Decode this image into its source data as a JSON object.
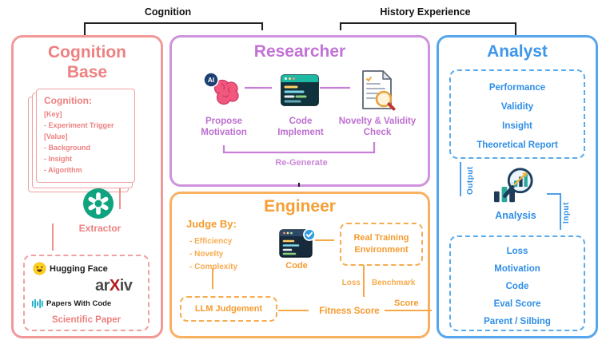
{
  "top": {
    "cognition_label": "Cognition",
    "history_label": "History Experience"
  },
  "cognition_base": {
    "title_line1": "Cognition",
    "title_line2": "Base",
    "card": {
      "heading": "Cognition:",
      "lines": [
        "[Key]",
        "- Experiment Trigger",
        "[Value]",
        "- Background",
        "- Insight",
        "- Algorithm"
      ]
    },
    "extractor_label": "Extractor",
    "sources": {
      "huggingface": "Hugging Face",
      "arxiv_pre": "ar",
      "arxiv_x": "X",
      "arxiv_post": "iv",
      "papers_with_code": "Papers With Code",
      "caption": "Scientific Paper"
    }
  },
  "researcher": {
    "title": "Researcher",
    "ai_badge": "AI",
    "steps": [
      {
        "line1": "Propose",
        "line2": "Motivation"
      },
      {
        "line1": "Code",
        "line2": "Implement"
      },
      {
        "line1": "Novelty & Validity",
        "line2": "Check"
      }
    ],
    "regenerate": "Re-Generate"
  },
  "engineer": {
    "title": "Engineer",
    "judge_heading": "Judge By:",
    "judge_items": [
      "- Efficiency",
      "- Novelty",
      "- Complexity"
    ],
    "code_label": "Code",
    "rte": {
      "line1": "Real Training",
      "line2": "Environment"
    },
    "llm_label": "LLM Judgement",
    "fitness_label": "Fitness Score",
    "loss_label": "Loss",
    "benchmark_label": "Benchmark",
    "score_label": "Score"
  },
  "analyst": {
    "title": "Analyst",
    "report_items": [
      "Performance",
      "Validity",
      "Insight",
      "Theoretical Report"
    ],
    "output_label": "Output",
    "input_label": "Input",
    "analysis_label": "Analysis",
    "state_items": [
      "Loss",
      "Motivation",
      "Code",
      "Eval Score",
      "Parent / Silbing"
    ]
  },
  "icons": {
    "extractor": "openai-logo-icon",
    "propose": "ai-brain-icon",
    "implement": "code-window-icon",
    "check": "document-magnifier-icon",
    "engineer_code": "code-window-check-icon",
    "analysis": "magnifier-bar-chart-icon",
    "huggingface": "hugging-face-icon",
    "papers_with_code": "bars-icon"
  },
  "colors": {
    "pink": "#ee8080",
    "purple": "#c273d6",
    "orange": "#f59f35",
    "blue": "#3e97e9",
    "openai_green": "#10a37f",
    "arxiv_red": "#b31b1b",
    "black": "#141414"
  }
}
